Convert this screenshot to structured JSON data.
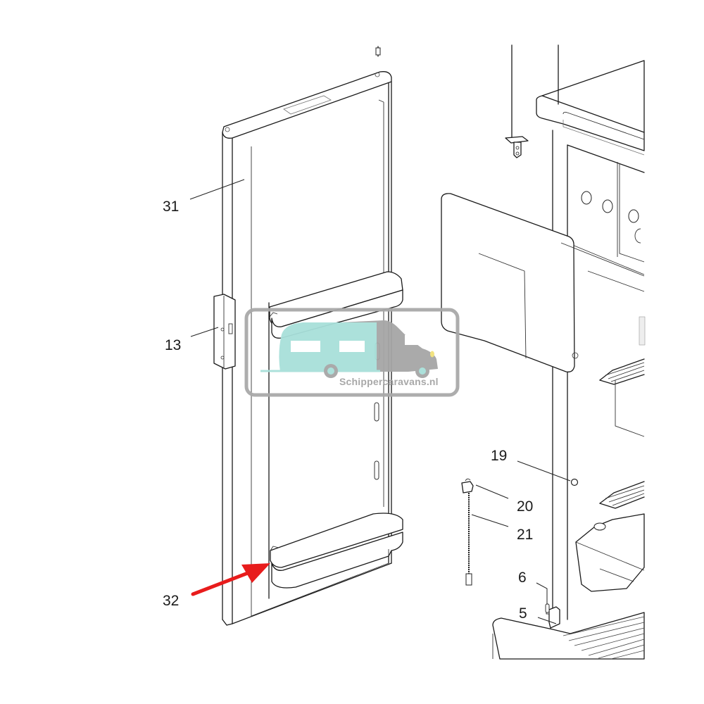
{
  "diagram": {
    "type": "exploded-parts-diagram",
    "subject": "refrigerator door with door bins, hinge and cabinet",
    "callouts": [
      {
        "id": "31",
        "label": "31",
        "part": "door panel"
      },
      {
        "id": "13",
        "label": "13",
        "part": "door handle / latch"
      },
      {
        "id": "32",
        "label": "32",
        "part": "lower door bin",
        "highlighted": true
      },
      {
        "id": "19",
        "label": "19",
        "part": "ring / washer"
      },
      {
        "id": "20",
        "label": "20",
        "part": "sensor clip"
      },
      {
        "id": "21",
        "label": "21",
        "part": "thermostat sensor cable"
      },
      {
        "id": "6",
        "label": "6",
        "part": "screw"
      },
      {
        "id": "5",
        "label": "5",
        "part": "lower hinge"
      }
    ],
    "highlight_arrow": {
      "target": "32",
      "color": "#e81c1c"
    }
  },
  "watermark": {
    "text": "Schippercaravans.nl",
    "colors": {
      "frame": "#a9a9a9",
      "caravan": "#a8e0da",
      "camper": "#a6a6a6",
      "headlight": "#f2e27a"
    }
  }
}
